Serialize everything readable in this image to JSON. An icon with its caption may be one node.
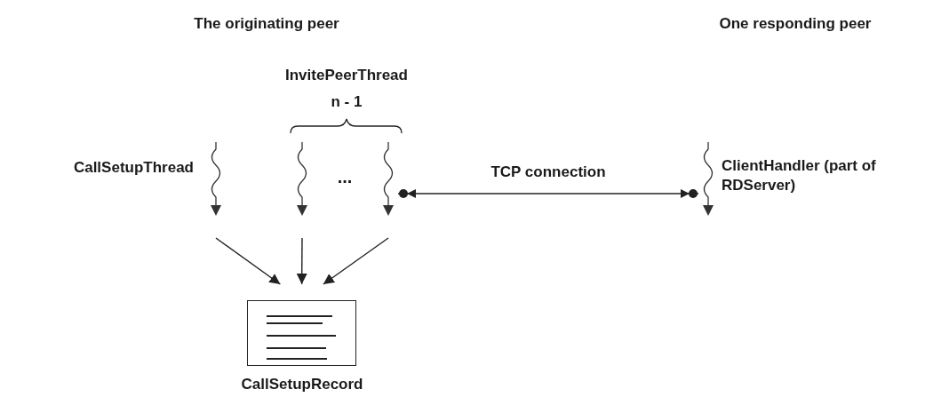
{
  "diagram": {
    "nodes": [
      {
        "text": [],
        "shape": "picture",
        "beside": [
          "CallSetupThread"
        ]
      },
      {
        "text": [],
        "shape": "picture"
      },
      {
        "text": [],
        "shape": "picture"
      },
      {
        "text": [],
        "shape": "picture",
        "beside": [
          "ClientHandler (part of RDServer)"
        ]
      },
      {
        "text": [],
        "shape": "picture",
        "beside": [
          "CallSetupRecord"
        ]
      }
    ],
    "edges": [
      {
        "from": 0,
        "to": 4,
        "arrow": "to"
      },
      {
        "from": 1,
        "to": 4,
        "arrow": "to"
      },
      {
        "from": 2,
        "to": 4,
        "arrow": "to"
      },
      {
        "from": 2,
        "to": 3,
        "arrow": "both",
        "label": "TCP connection"
      }
    ],
    "labels": [
      "The originating peer",
      "One responding peer",
      "InvitePeerThread",
      "n - 1",
      "..."
    ]
  }
}
